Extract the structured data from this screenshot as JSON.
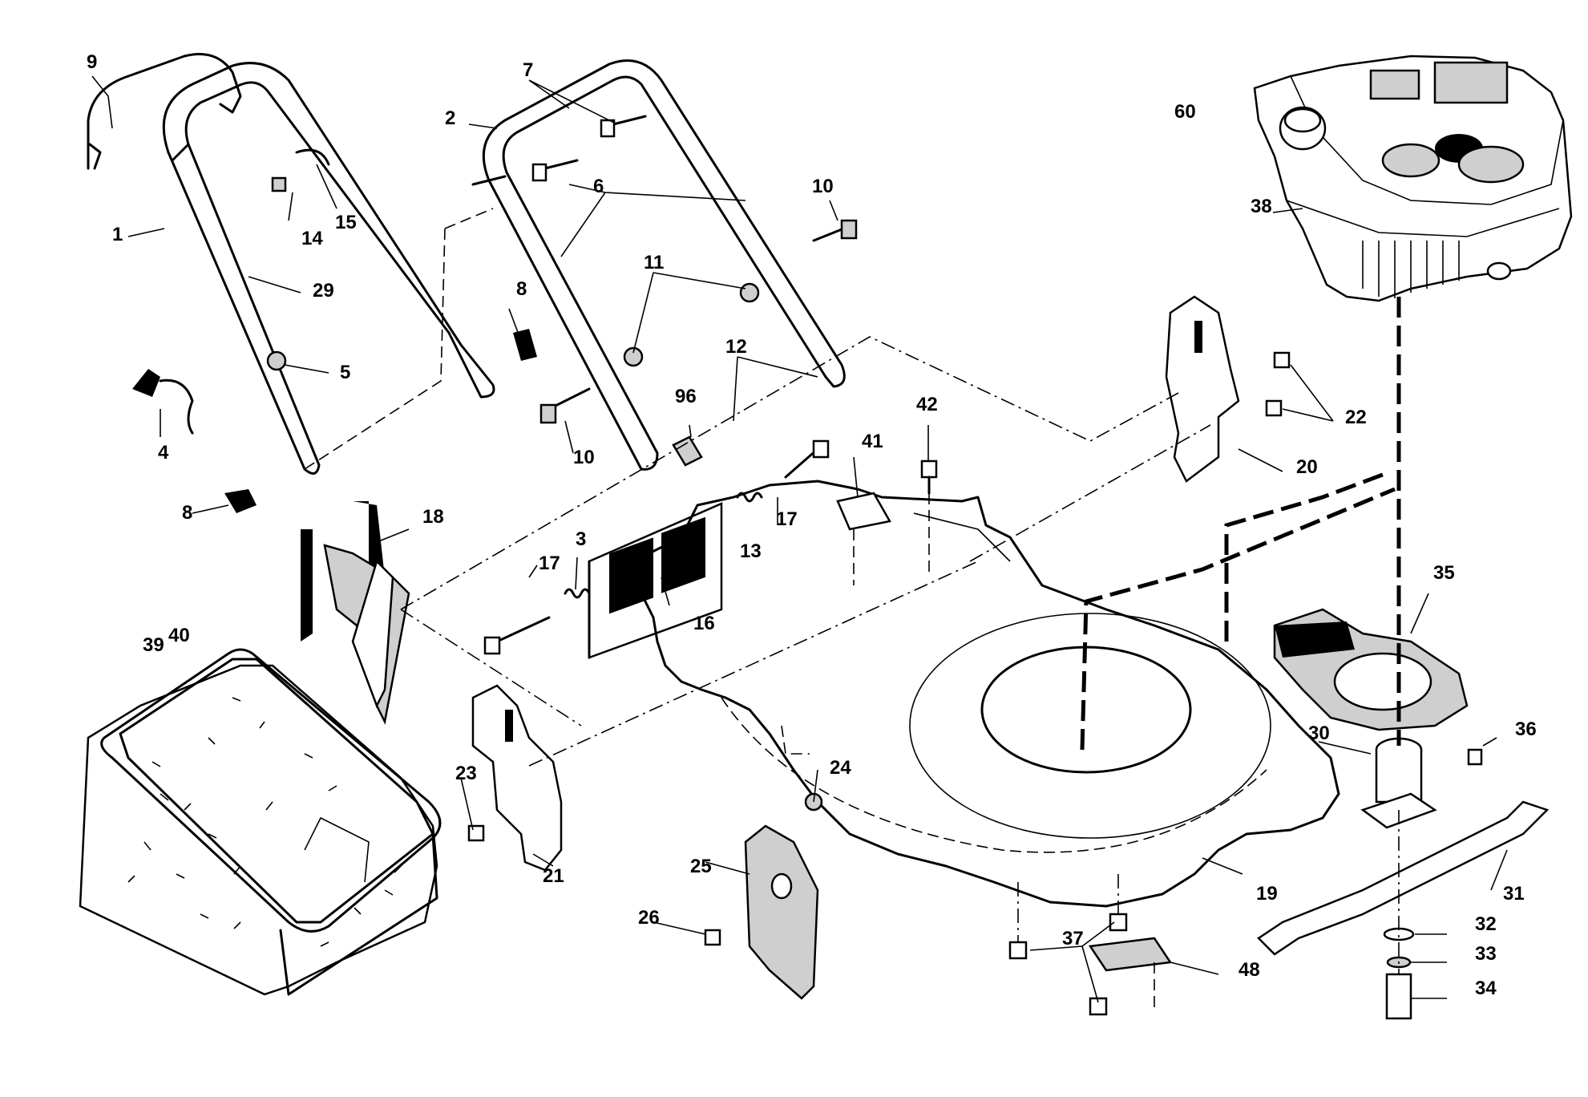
{
  "labels": [
    {
      "id": "1",
      "name": "lower-handle"
    },
    {
      "id": "2",
      "name": "upper-handle"
    },
    {
      "id": "3",
      "name": "spring"
    },
    {
      "id": "4",
      "name": "handle-knob-with-cable"
    },
    {
      "id": "5",
      "name": "nut"
    },
    {
      "id": "6",
      "name": "cable-tie"
    },
    {
      "id": "7",
      "name": "bolt"
    },
    {
      "id": "8",
      "name": "handle-knob"
    },
    {
      "id": "9",
      "name": "control-bail"
    },
    {
      "id": "10",
      "name": "handle-bolt"
    },
    {
      "id": "11",
      "name": "nut"
    },
    {
      "id": "12",
      "name": "hairpin-clip"
    },
    {
      "id": "13",
      "name": "spring"
    },
    {
      "id": "14",
      "name": "screw"
    },
    {
      "id": "15",
      "name": "cable-clip"
    },
    {
      "id": "16",
      "name": "rear-door"
    },
    {
      "id": "17",
      "name": "rod"
    },
    {
      "id": "18",
      "name": "chute-deflector"
    },
    {
      "id": "19",
      "name": "mower-deck"
    },
    {
      "id": "20",
      "name": "height-adjuster-bracket"
    },
    {
      "id": "21",
      "name": "height-adjuster-bracket"
    },
    {
      "id": "22",
      "name": "screw"
    },
    {
      "id": "23",
      "name": "screw"
    },
    {
      "id": "24",
      "name": "nut"
    },
    {
      "id": "25",
      "name": "mulch-plug"
    },
    {
      "id": "26",
      "name": "screw"
    },
    {
      "id": "29",
      "name": "throttle-cable"
    },
    {
      "id": "30",
      "name": "blade-adapter"
    },
    {
      "id": "31",
      "name": "blade"
    },
    {
      "id": "32",
      "name": "washer"
    },
    {
      "id": "33",
      "name": "lock-washer"
    },
    {
      "id": "34",
      "name": "blade-bolt"
    },
    {
      "id": "35",
      "name": "blade-brake"
    },
    {
      "id": "36",
      "name": "screw"
    },
    {
      "id": "37",
      "name": "screw"
    },
    {
      "id": "38",
      "name": "engine"
    },
    {
      "id": "39",
      "name": "grass-bag"
    },
    {
      "id": "40",
      "name": "bag-frame"
    },
    {
      "id": "41",
      "name": "deflector-plate"
    },
    {
      "id": "42",
      "name": "bolt"
    },
    {
      "id": "48",
      "name": "baffle"
    },
    {
      "id": "60",
      "name": "engine-assembly"
    },
    {
      "id": "96",
      "name": "cable-clamp"
    }
  ],
  "colors": {
    "ink": "#000000",
    "paper": "#ffffff",
    "shade": "#cfcfcf"
  }
}
